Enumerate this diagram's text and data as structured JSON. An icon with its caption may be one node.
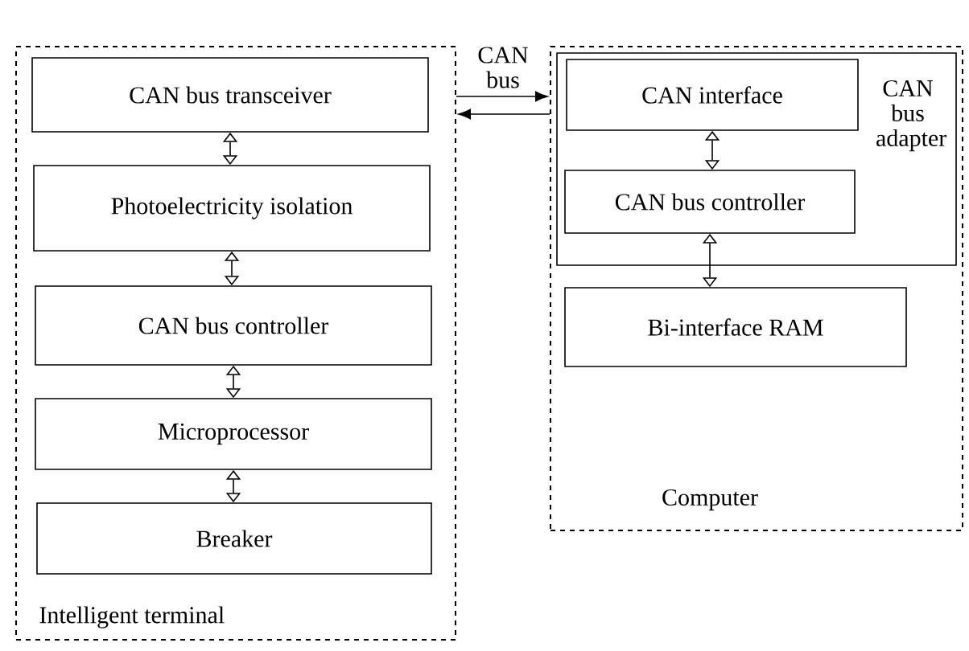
{
  "diagram": {
    "nodes": [
      {
        "text": [
          "Intelligent terminal"
        ]
      },
      {
        "text": [
          "CAN bus transceiver"
        ],
        "in": 0
      },
      {
        "text": [
          "Photoelectricity isolation"
        ],
        "in": 0
      },
      {
        "text": [
          "CAN bus controller"
        ],
        "in": 0
      },
      {
        "text": [
          "Microprocessor"
        ],
        "in": 0
      },
      {
        "text": [
          "Breaker"
        ],
        "in": 0
      },
      {
        "text": [
          "Computer"
        ]
      },
      {
        "text": [
          "CAN bus adapter"
        ],
        "in": 6
      },
      {
        "text": [
          "CAN interface"
        ],
        "in": 7
      },
      {
        "text": [
          "CAN bus controller"
        ],
        "in": 7
      },
      {
        "text": [
          "Bi-interface RAM"
        ],
        "in": 6
      }
    ],
    "edges": [
      {
        "from": 0,
        "to": 6,
        "arrow": "to",
        "label": "CAN bus"
      },
      {
        "from": 6,
        "to": 0,
        "arrow": "to"
      },
      {
        "from": 1,
        "to": 2,
        "arrow": "both"
      },
      {
        "from": 2,
        "to": 3,
        "arrow": "both"
      },
      {
        "from": 3,
        "to": 4,
        "arrow": "both"
      },
      {
        "from": 4,
        "to": 5,
        "arrow": "both"
      },
      {
        "from": 8,
        "to": 9,
        "arrow": "both"
      },
      {
        "from": 9,
        "to": 10,
        "arrow": "both"
      }
    ]
  }
}
